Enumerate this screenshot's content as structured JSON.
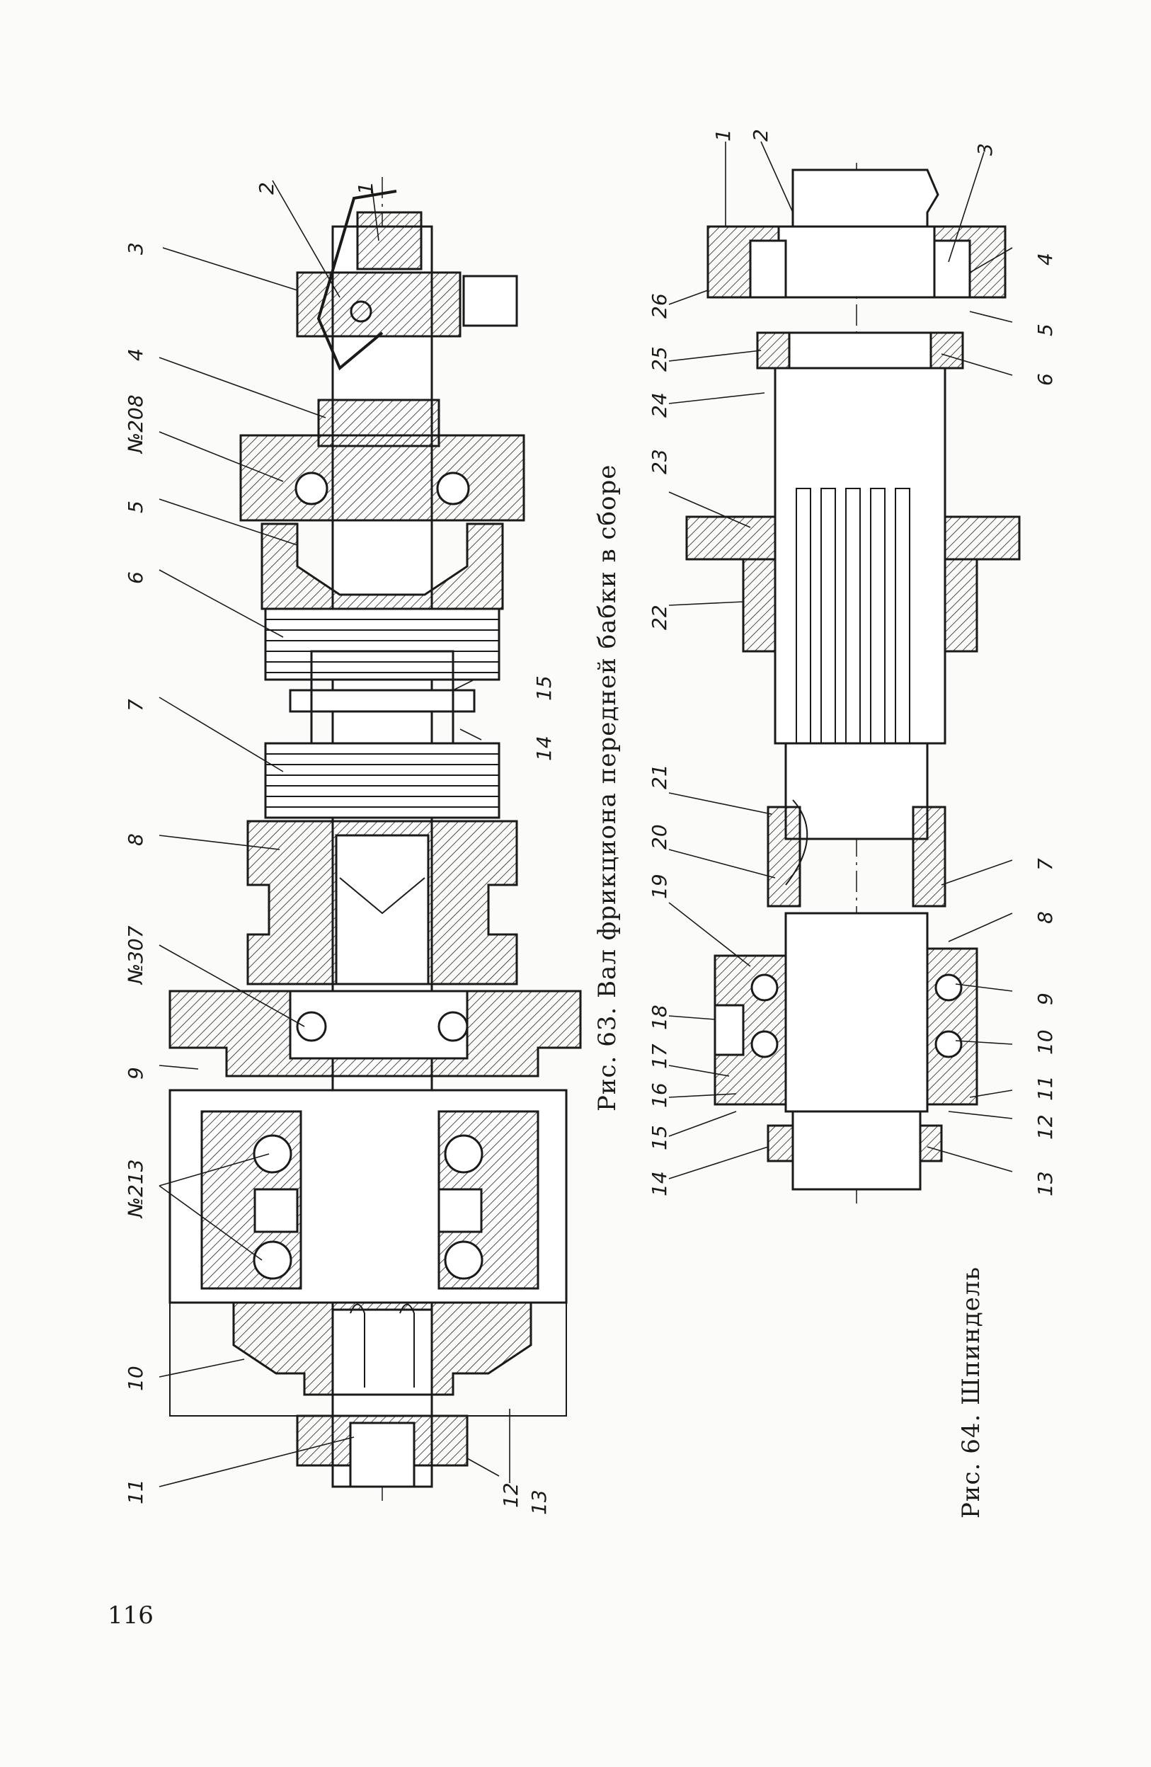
{
  "page_number": "116",
  "fig63": {
    "caption": "Рис. 63. Вал фрикциона передней бабки в сборе",
    "callouts": [
      "1",
      "2",
      "3",
      "4",
      "№208",
      "5",
      "6",
      "7",
      "15",
      "14",
      "8",
      "№307",
      "9",
      "№213",
      "10",
      "11",
      "12",
      "13"
    ]
  },
  "fig64": {
    "caption": "Рис. 64. Шпиндель",
    "callouts": [
      "1",
      "2",
      "3",
      "4",
      "5",
      "6",
      "26",
      "25",
      "24",
      "23",
      "22",
      "21",
      "20",
      "19",
      "18",
      "17",
      "16",
      "15",
      "14",
      "7",
      "8",
      "9",
      "10",
      "11",
      "12",
      "13"
    ]
  }
}
